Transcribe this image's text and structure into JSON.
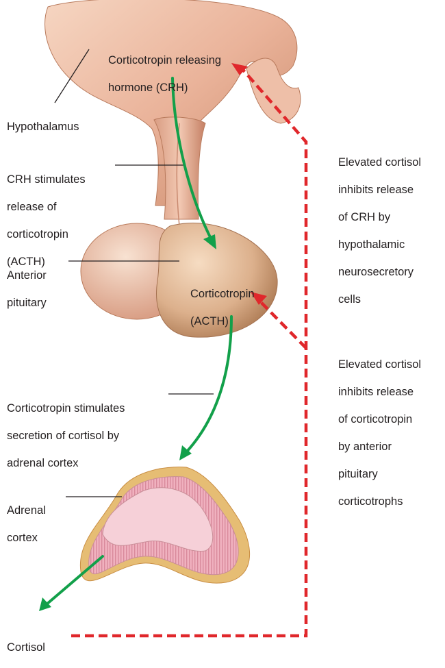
{
  "colors": {
    "background": "#ffffff",
    "tissue_light": "#f3cdb6",
    "tissue_mid": "#e6a88c",
    "tissue_dark": "#b97a5a",
    "pituitary_light": "#f4d9c0",
    "pituitary_dark": "#b58660",
    "adrenal_outer": "#e4bb72",
    "adrenal_inner": "#f2b7c3",
    "adrenal_core": "#f6d2da",
    "stimulation_arrow": "#12a04a",
    "inhibition_arrow": "#e0272b",
    "leader_line": "#231f20"
  },
  "labels": {
    "crh": [
      "Corticotropin releasing",
      "hormone (CRH)"
    ],
    "hypothalamus": [
      "Hypothalamus"
    ],
    "crh_stimulates": [
      "CRH stimulates",
      "release of",
      "corticotropin",
      "(ACTH)"
    ],
    "anterior_pituitary": [
      "Anterior",
      "pituitary"
    ],
    "acth": [
      "Corticotropin",
      "(ACTH)"
    ],
    "corticotropin_stimulates": [
      "Corticotropin stimulates",
      "secretion of cortisol by",
      "adrenal cortex"
    ],
    "adrenal_cortex": [
      "Adrenal",
      "cortex"
    ],
    "cortisol": [
      "Cortisol"
    ],
    "feedback_crh": [
      "Elevated cortisol",
      "inhibits release",
      "of CRH by",
      "hypothalamic",
      "neurosecretory",
      "cells"
    ],
    "feedback_acth": [
      "Elevated cortisol",
      "inhibits release",
      "of corticotropin",
      "by anterior",
      "pituitary",
      "corticotrophs"
    ]
  }
}
